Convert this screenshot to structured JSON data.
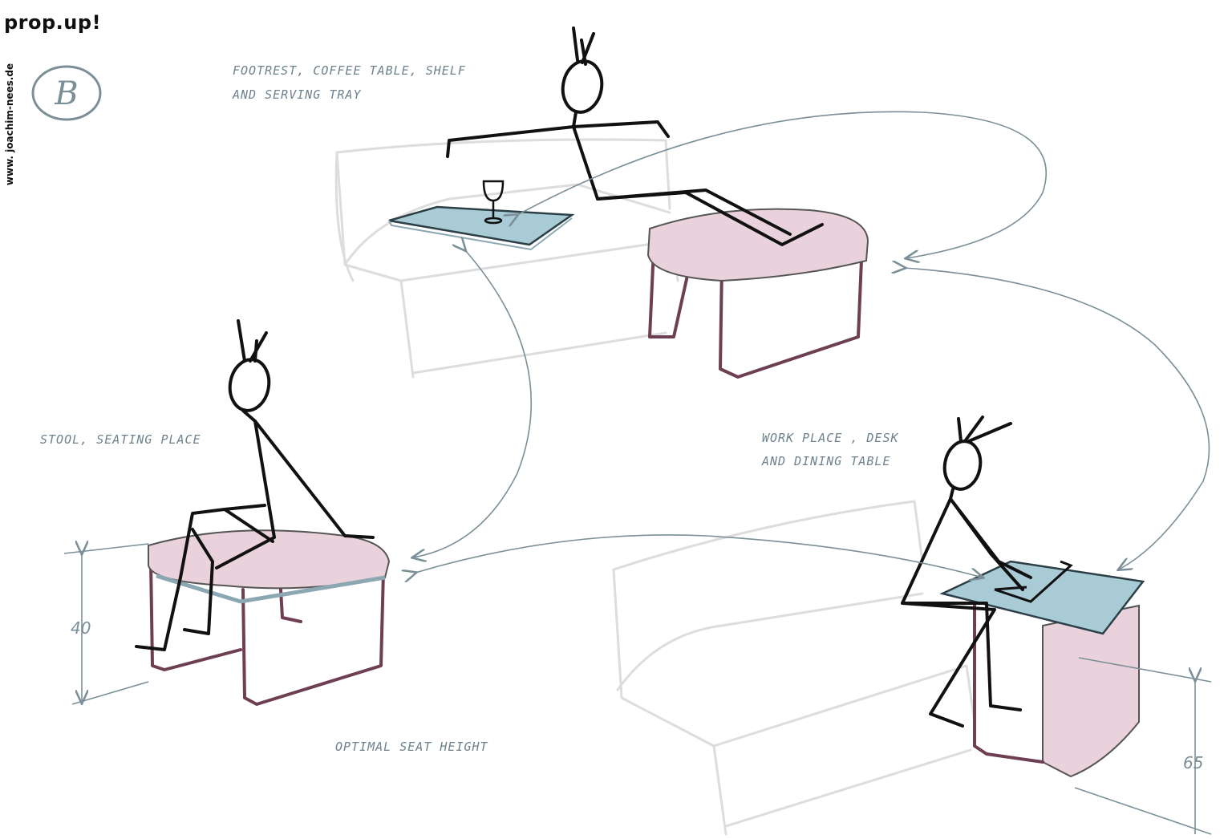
{
  "brand": "prop.up!",
  "website": "www. joachim-nees.de",
  "variant_mark": "B",
  "labels": {
    "top": [
      "FOOTREST, COFFEE TABLE, SHELF",
      "AND SERVING TRAY"
    ],
    "left": "STOOL, SEATING PLACE",
    "right": [
      "WORK PLACE , DESK",
      "AND DINING TABLE"
    ],
    "bottom": "OPTIMAL  SEAT HEIGHT"
  },
  "dimensions": {
    "stool_height": "40",
    "desk_height": "65"
  },
  "colors": {
    "cushion": "#e9d2dc",
    "tray": "#a9cbd6",
    "frame": "#6e3f52",
    "annotation": "#7b8f98"
  }
}
